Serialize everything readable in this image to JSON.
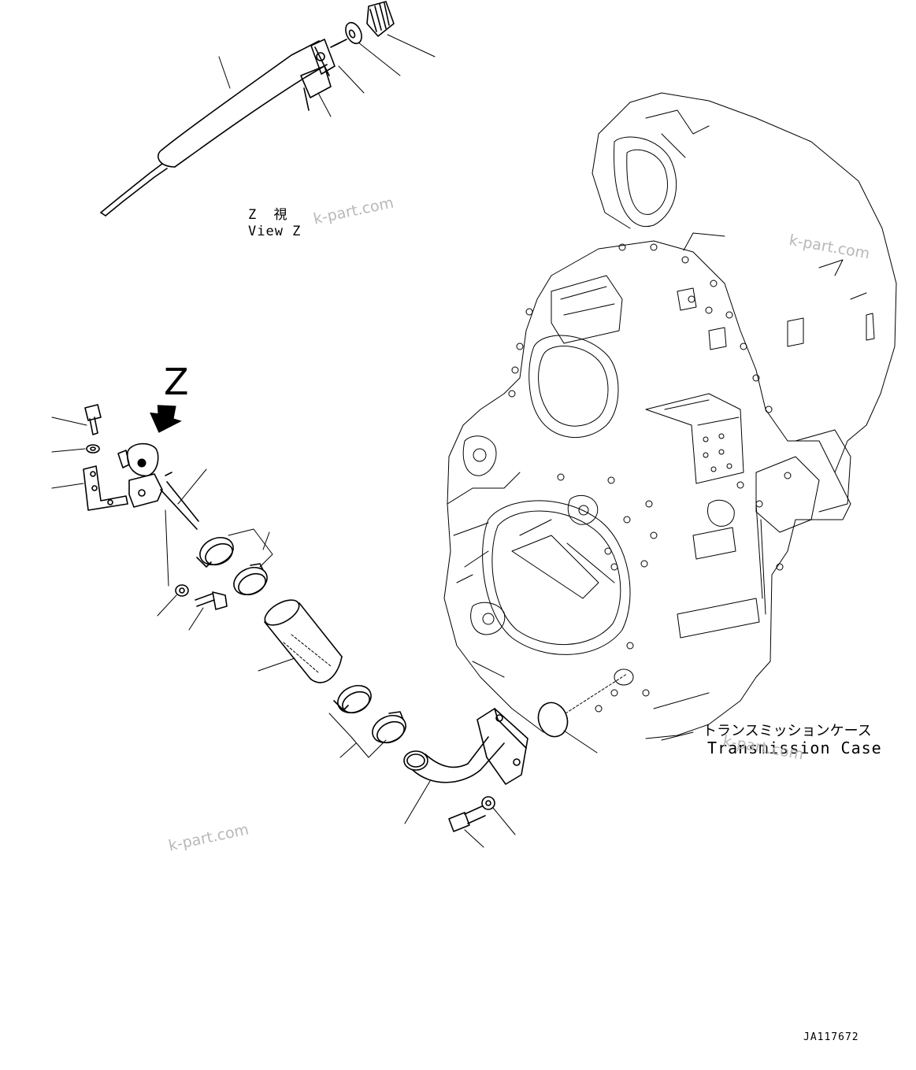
{
  "view": {
    "jp": "Z 視",
    "en": "View Z"
  },
  "arrow_label": "Z",
  "case_label": {
    "jp": "トランスミッションケース",
    "en": "Transmission Case"
  },
  "watermarks": [
    "k-part.com",
    "k-part.com",
    "k-part.com",
    "k-part.com"
  ],
  "drawing_number": "JA117672"
}
